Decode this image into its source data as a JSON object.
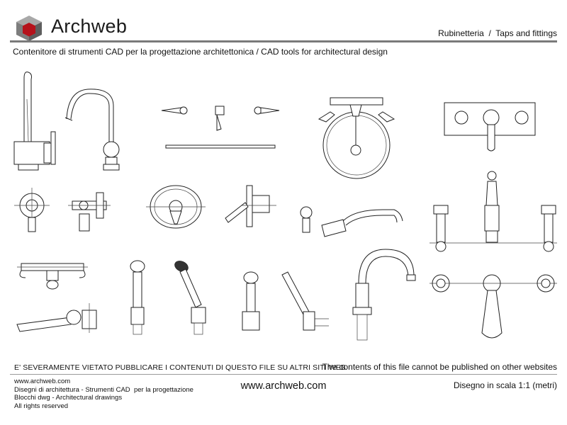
{
  "header": {
    "brand": "Archweb",
    "category": "Rubinetteria  /  Taps and fittings",
    "subtitle": "Contenitore di strumenti CAD per la progettazione architettonica  /  CAD tools for architectural design"
  },
  "colors": {
    "logo_red": "#b5121b",
    "logo_grey": "#8a8a8a",
    "rule_grey": "#7a7a7a"
  },
  "icons": [
    "logo-cube-icon"
  ],
  "drawing": {
    "blocks": [
      "kitchen-tap-tall",
      "kitchen-tap-swan",
      "lever-handles-row",
      "bath-filler-bar",
      "basin-mixer-plan",
      "wall-mixer-plate",
      "valve-front-left",
      "valve-side-left",
      "oval-shower-valve",
      "concealed-mixer-side",
      "shower-arm",
      "pipe-joint-small",
      "bidet-bridge-mixer",
      "bath-mixer-wall",
      "hand-shower-round",
      "hand-shower-angled",
      "hand-shower-small",
      "hand-shower-slim",
      "swan-neck-spout",
      "three-hole-mixer-front",
      "three-hole-mixer-plan"
    ]
  },
  "footer": {
    "warning_it": "E' SEVERAMENTE VIETATO PUBBLICARE I CONTENUTI DI QUESTO FILE SU ALTRI SITI WEB",
    "warning_en": "The contents of this file cannot be published on other websites",
    "lines": [
      "www.archweb.com",
      "Disegni di architettura - Strumenti CAD  per la progettazione",
      "Blocchi dwg - Architectural drawings",
      "All rights reserved"
    ],
    "website": "www.archweb.com",
    "scale": "Disegno in scala 1:1 (metri)"
  }
}
